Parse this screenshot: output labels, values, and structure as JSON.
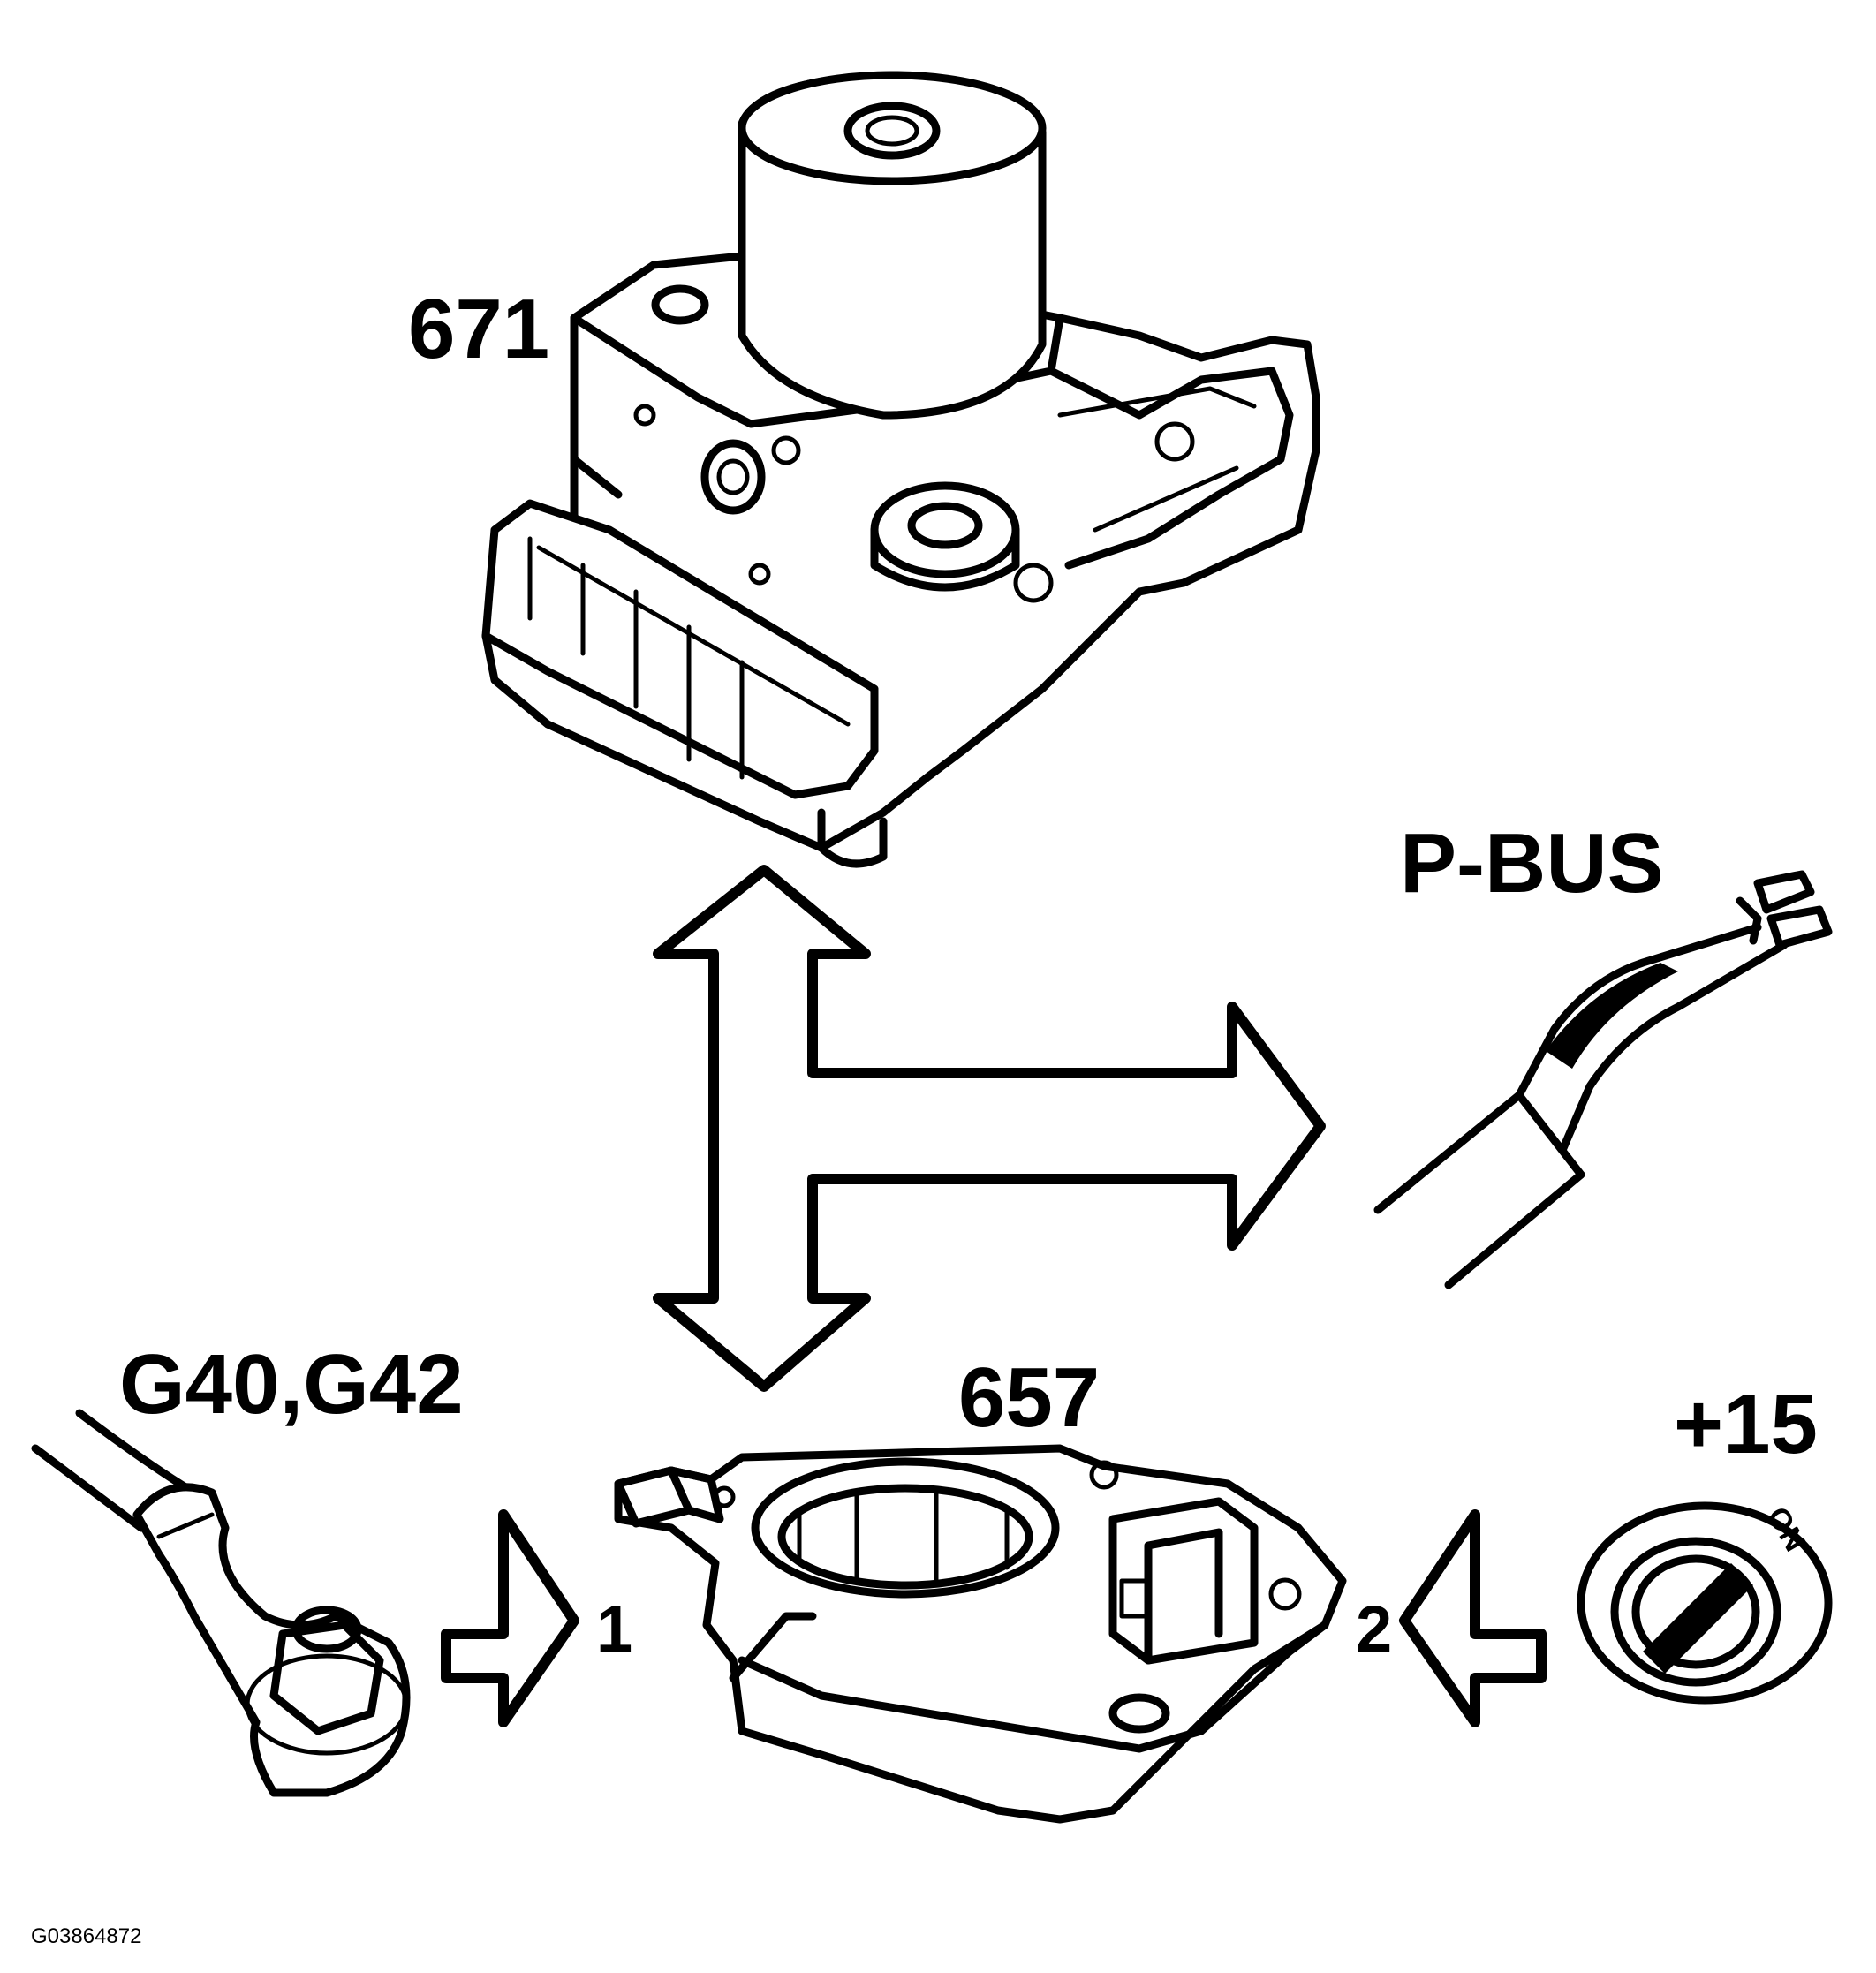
{
  "labels": {
    "module_671": "671",
    "module_657": "657",
    "pbus": "P-BUS",
    "ground": "G40,G42",
    "ignition": "+15",
    "input_1": "1",
    "input_2": "2",
    "switch_on": "ON",
    "figure_id": "G03864872"
  },
  "colors": {
    "line": "#000000",
    "background": "#ffffff"
  },
  "icons": [
    "abs-hydraulic-unit",
    "steering-angle-sensor",
    "can-bus-wire",
    "ground-terminal",
    "ignition-switch",
    "double-arrow",
    "tee-arrow",
    "right-arrow",
    "left-arrow"
  ]
}
